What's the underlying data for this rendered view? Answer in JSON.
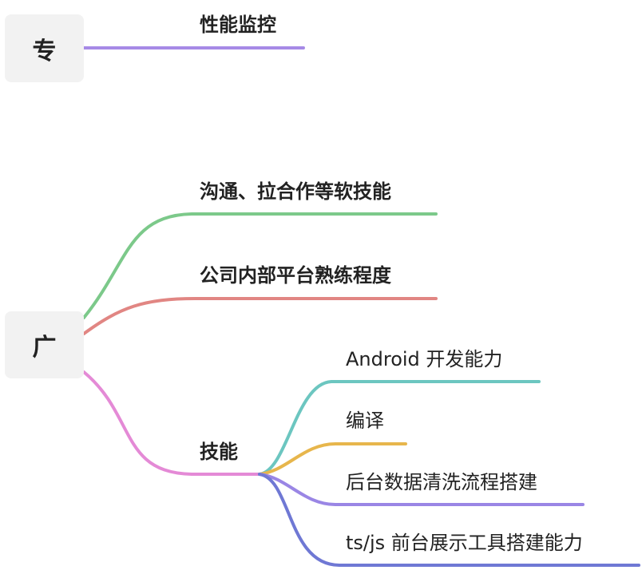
{
  "roots": [
    {
      "id": "zhuan",
      "label": "专",
      "children": [
        {
          "label": "性能监控",
          "color": "#a68ae6"
        }
      ]
    },
    {
      "id": "guang",
      "label": "广",
      "children": [
        {
          "label": "沟通、拉合作等软技能",
          "color": "#7cc98a"
        },
        {
          "label": "公司内部平台熟练程度",
          "color": "#e18683"
        },
        {
          "label": "技能",
          "color": "#e48ad6",
          "children": [
            {
              "label": "Android 开发能力",
              "color": "#6cc6c0"
            },
            {
              "label": "编译",
              "color": "#e7b64c"
            },
            {
              "label": "后台数据清洗流程搭建",
              "color": "#9a86e5"
            },
            {
              "label": "ts/js 前台展示工具搭建能力",
              "color": "#6f78d4"
            }
          ]
        }
      ]
    }
  ]
}
